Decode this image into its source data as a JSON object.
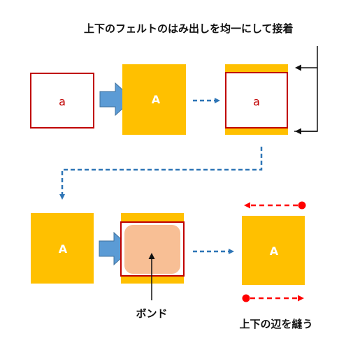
{
  "labels": {
    "top_note": "上下のフェルトのはみ出しを均一にして接着",
    "bond": "ボンド",
    "sew_note": "上下の辺を縫う"
  },
  "letters": {
    "a1": "a",
    "A1": "A",
    "a2": "a",
    "A2": "A",
    "A3": "A"
  },
  "colors": {
    "felt_yellow": "#ffc000",
    "frame_red": "#c00000",
    "arrow_blue": "#5b9bd5",
    "arrow_blue_dark": "#41719c",
    "dash_blue": "#2e75b6",
    "dash_red": "#ff0000",
    "bond_fill": "#f8bf95",
    "text_red": "#c00000",
    "text_white": "#ffffff"
  }
}
